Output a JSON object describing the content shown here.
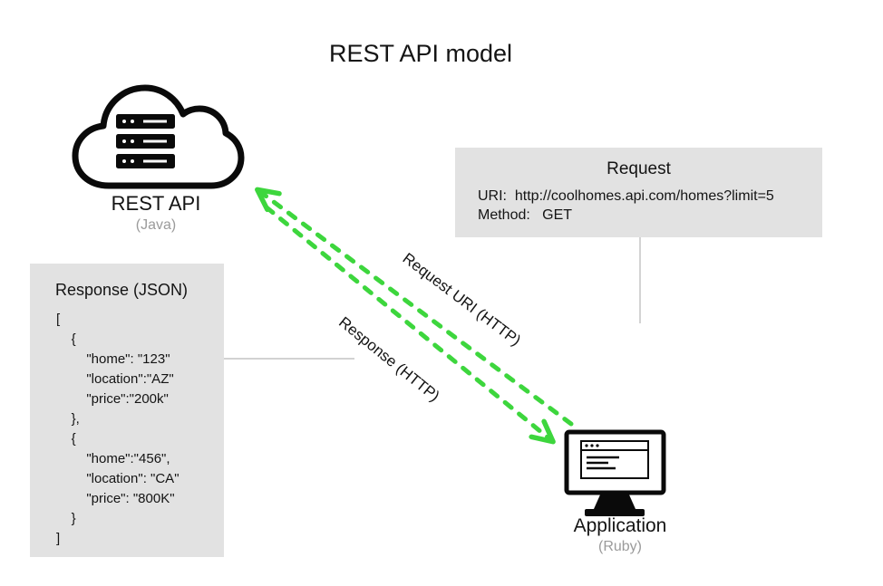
{
  "title": "REST API model",
  "rest_api": {
    "label": "REST API",
    "sublabel": "(Java)",
    "icon": "cloud-server-icon"
  },
  "request_box": {
    "title": "Request",
    "uri_line": "URI:  http://coolhomes.api.com/homes?limit=5",
    "method_line": "Method:   GET"
  },
  "response_box": {
    "title": "Response (JSON)",
    "body": "[\n    {\n        \"home\": \"123\"\n        \"location\":\"AZ\"\n        \"price\":\"200k\"\n    },\n    {\n        \"home\":\"456\",\n        \"location\": \"CA\"\n        \"price\": \"800K\"\n    }\n]"
  },
  "flows": {
    "request_arrow_label": "Request URI (HTTP)",
    "response_arrow_label": "Response (HTTP)"
  },
  "application": {
    "label": "Application",
    "sublabel": "(Ruby)",
    "icon": "monitor-icon"
  },
  "colors": {
    "arrow_green": "#3dd63d",
    "box_gray": "#e2e2e2",
    "connector_gray": "#c4c4c4",
    "muted_text": "#9b9b9b"
  }
}
